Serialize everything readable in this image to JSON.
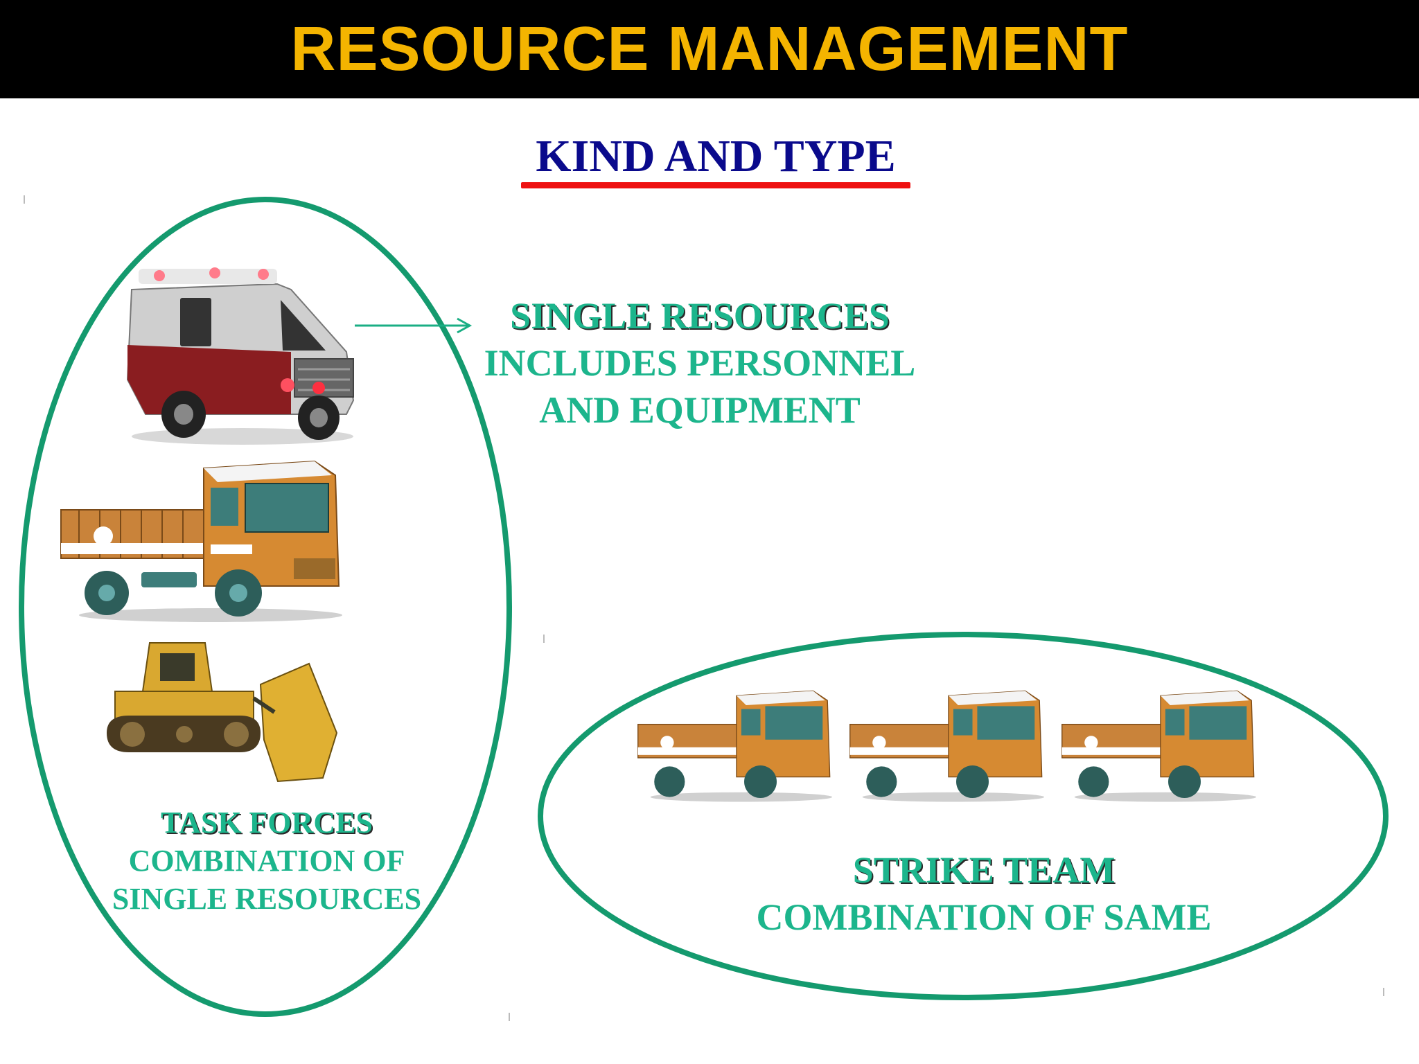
{
  "header": {
    "title": "RESOURCE MANAGEMENT"
  },
  "subtitle": "KIND AND TYPE",
  "single_resources": {
    "heading": "SINGLE RESOURCES",
    "lines": [
      "INCLUDES PERSONNEL",
      "AND EQUIPMENT"
    ]
  },
  "task_forces": {
    "heading": "TASK FORCES",
    "lines": [
      "COMBINATION OF",
      "SINGLE RESOURCES"
    ]
  },
  "strike_team": {
    "heading": "STRIKE TEAM",
    "lines": [
      "COMBINATION OF SAME"
    ]
  },
  "colors": {
    "header_bg": "#000000",
    "header_text": "#F4B400",
    "subtitle_text": "#0A0A8C",
    "subtitle_underline": "#EE1111",
    "ellipse_stroke": "#149A6E",
    "label_green": "#1CB58C"
  },
  "images": [
    "ambulance-image",
    "truck-image",
    "bulldozer-image",
    "truck-image",
    "truck-image",
    "truck-image"
  ]
}
